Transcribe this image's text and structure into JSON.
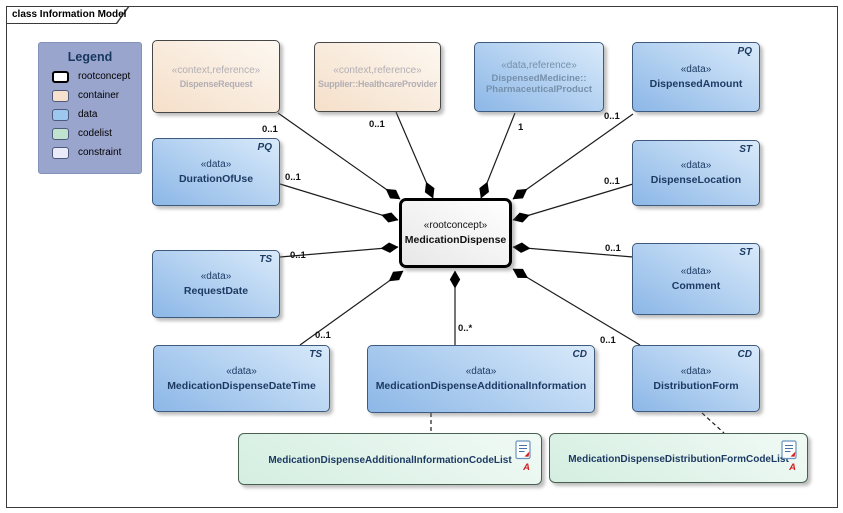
{
  "frame": {
    "title": "class Information Model"
  },
  "legend": {
    "title": "Legend",
    "items": [
      {
        "label": "rootconcept",
        "color": "#ffffff"
      },
      {
        "label": "container",
        "color": "#f7e1ce"
      },
      {
        "label": "data",
        "color": "#9cc7ee"
      },
      {
        "label": "codelist",
        "color": "#bfe3cf"
      },
      {
        "label": "constraint",
        "color": "#e9ebf9"
      }
    ]
  },
  "nodes": {
    "dispense_request": {
      "stereotype": "«context,reference»",
      "name": "DispenseRequest",
      "kind": "container"
    },
    "healthcare_provider": {
      "stereotype": "«context,reference»",
      "name": "Supplier::HealthcareProvider",
      "kind": "container"
    },
    "pharmaceutical_product": {
      "stereotype": "«data,reference»",
      "name_lines": [
        "DispensedMedicine::",
        "PharmaceuticalProduct"
      ],
      "kind": "data-reference"
    },
    "dispensed_amount": {
      "stereotype": "«data»",
      "name": "DispensedAmount",
      "type": "PQ"
    },
    "duration_of_use": {
      "stereotype": "«data»",
      "name": "DurationOfUse",
      "type": "PQ"
    },
    "dispense_location": {
      "stereotype": "«data»",
      "name": "DispenseLocation",
      "type": "ST"
    },
    "request_date": {
      "stereotype": "«data»",
      "name": "RequestDate",
      "type": "TS"
    },
    "comment": {
      "stereotype": "«data»",
      "name": "Comment",
      "type": "ST"
    },
    "medication_dispense": {
      "stereotype": "«rootconcept»",
      "name": "MedicationDispense",
      "kind": "rootconcept"
    },
    "medication_dispense_datetime": {
      "stereotype": "«data»",
      "name": "MedicationDispenseDateTime",
      "type": "TS"
    },
    "additional_information": {
      "stereotype": "«data»",
      "name": "MedicationDispenseAdditionalInformation",
      "type": "CD"
    },
    "distribution_form": {
      "stereotype": "«data»",
      "name": "DistributionForm",
      "type": "CD"
    }
  },
  "edges": {
    "dispense_request": {
      "multiplicity": "0..1"
    },
    "healthcare_provider": {
      "multiplicity": "0..1"
    },
    "pharmaceutical_product": {
      "multiplicity": "1"
    },
    "dispensed_amount": {
      "multiplicity": "0..1"
    },
    "duration_of_use": {
      "multiplicity": "0..1"
    },
    "dispense_location": {
      "multiplicity": "0..1"
    },
    "request_date": {
      "multiplicity": "0..1"
    },
    "comment": {
      "multiplicity": "0..1"
    },
    "medication_dispense_datetime": {
      "multiplicity": "0..1"
    },
    "additional_information": {
      "multiplicity": "0..*"
    },
    "distribution_form": {
      "multiplicity": "0..1"
    }
  },
  "codelists": [
    {
      "name": "MedicationDispenseAdditionalInformationCodeList",
      "marker": "A"
    },
    {
      "name": "MedicationDispenseDistributionFormCodeList",
      "marker": "A"
    }
  ],
  "colors": {
    "data_fill": "#9cc7ee",
    "container_fill": "#f7e1ce",
    "codelist_fill": "#bfe3cf",
    "constraint_fill": "#e9ebf9",
    "rootconcept_fill": "#ffffff",
    "legend_bg": "#9aa5cd",
    "node_text": "#1d3a63",
    "codelist_marker": "#cf2020"
  }
}
